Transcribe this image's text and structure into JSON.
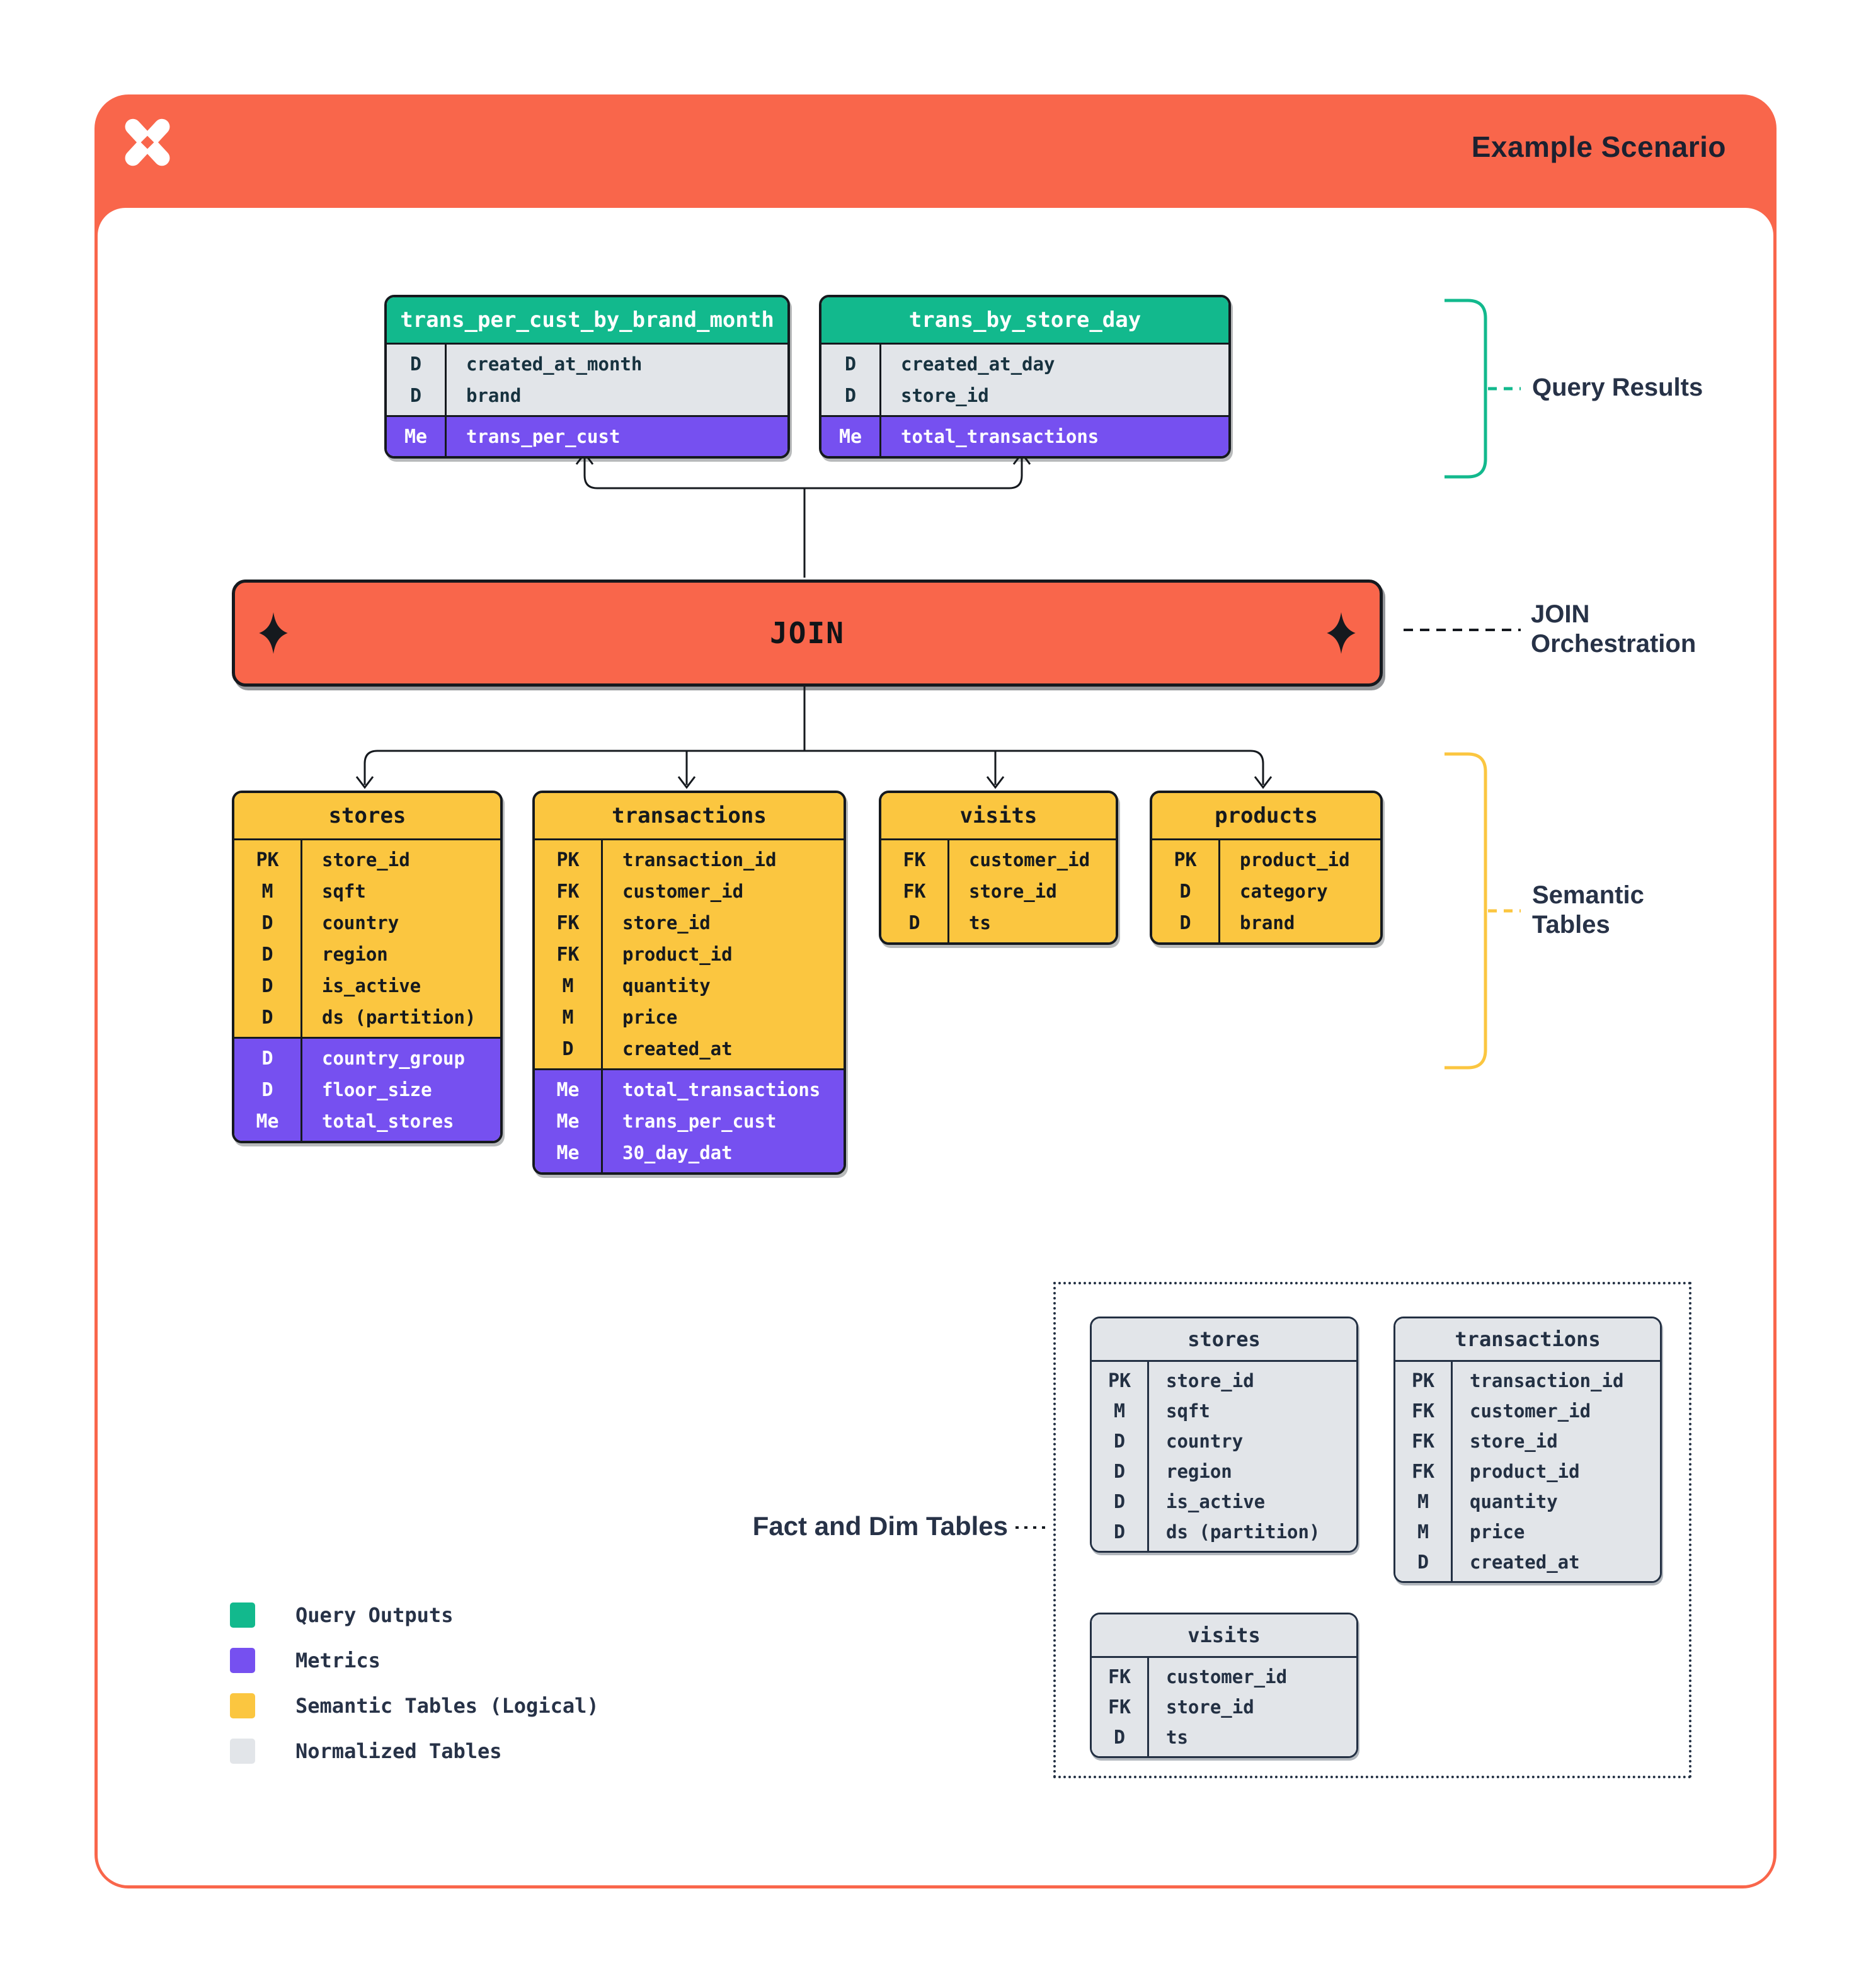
{
  "header": {
    "title": "Example Scenario",
    "logo": "pinwheel-logo"
  },
  "join": {
    "label": "JOIN"
  },
  "labels": {
    "query_results": "Query Results",
    "join_orchestration": "JOIN Orchestration",
    "semantic_tables": "Semantic Tables",
    "fact_and_dim": "Fact and Dim Tables"
  },
  "colors": {
    "accent_orange": "#F9664B",
    "query_output_green": "#12B98D",
    "metric_purple": "#7650F0",
    "semantic_yellow": "#FBC640",
    "normalized_gray": "#E2E5E9",
    "ink": "#15191E",
    "navy": "#233043"
  },
  "query_tables": [
    {
      "name": "trans_per_cust_by_brand_month",
      "dims": [
        [
          "D",
          "created_at_month"
        ],
        [
          "D",
          "brand"
        ]
      ],
      "metrics": [
        [
          "Me",
          "trans_per_cust"
        ]
      ]
    },
    {
      "name": "trans_by_store_day",
      "dims": [
        [
          "D",
          "created_at_day"
        ],
        [
          "D",
          "store_id"
        ]
      ],
      "metrics": [
        [
          "Me",
          "total_transactions"
        ]
      ]
    }
  ],
  "semantic_tables": [
    {
      "name": "stores",
      "dims": [
        [
          "PK",
          "store_id"
        ],
        [
          "M",
          "sqft"
        ],
        [
          "D",
          "country"
        ],
        [
          "D",
          "region"
        ],
        [
          "D",
          "is_active"
        ],
        [
          "D",
          "ds (partition)"
        ]
      ],
      "metrics": [
        [
          "D",
          "country_group"
        ],
        [
          "D",
          "floor_size"
        ],
        [
          "Me",
          "total_stores"
        ]
      ]
    },
    {
      "name": "transactions",
      "dims": [
        [
          "PK",
          "transaction_id"
        ],
        [
          "FK",
          "customer_id"
        ],
        [
          "FK",
          "store_id"
        ],
        [
          "FK",
          "product_id"
        ],
        [
          "M",
          "quantity"
        ],
        [
          "M",
          "price"
        ],
        [
          "D",
          "created_at"
        ]
      ],
      "metrics": [
        [
          "Me",
          "total_transactions"
        ],
        [
          "Me",
          "trans_per_cust"
        ],
        [
          "Me",
          "30_day_dat"
        ]
      ]
    },
    {
      "name": "visits",
      "dims": [
        [
          "FK",
          "customer_id"
        ],
        [
          "FK",
          "store_id"
        ],
        [
          "D",
          "ts"
        ]
      ],
      "metrics": []
    },
    {
      "name": "products",
      "dims": [
        [
          "PK",
          "product_id"
        ],
        [
          "D",
          "category"
        ],
        [
          "D",
          "brand"
        ]
      ],
      "metrics": []
    }
  ],
  "normalized_tables": [
    {
      "name": "stores",
      "rows": [
        [
          "PK",
          "store_id"
        ],
        [
          "M",
          "sqft"
        ],
        [
          "D",
          "country"
        ],
        [
          "D",
          "region"
        ],
        [
          "D",
          "is_active"
        ],
        [
          "D",
          "ds (partition)"
        ]
      ]
    },
    {
      "name": "transactions",
      "rows": [
        [
          "PK",
          "transaction_id"
        ],
        [
          "FK",
          "customer_id"
        ],
        [
          "FK",
          "store_id"
        ],
        [
          "FK",
          "product_id"
        ],
        [
          "M",
          "quantity"
        ],
        [
          "M",
          "price"
        ],
        [
          "D",
          "created_at"
        ]
      ]
    },
    {
      "name": "visits",
      "rows": [
        [
          "FK",
          "customer_id"
        ],
        [
          "FK",
          "store_id"
        ],
        [
          "D",
          "ts"
        ]
      ]
    }
  ],
  "legend": [
    {
      "label": "Query Outputs",
      "color": "#12B98D"
    },
    {
      "label": "Metrics",
      "color": "#7650F0"
    },
    {
      "label": "Semantic Tables (Logical)",
      "color": "#FBC640"
    },
    {
      "label": "Normalized Tables",
      "color": "#E2E5E9"
    }
  ]
}
